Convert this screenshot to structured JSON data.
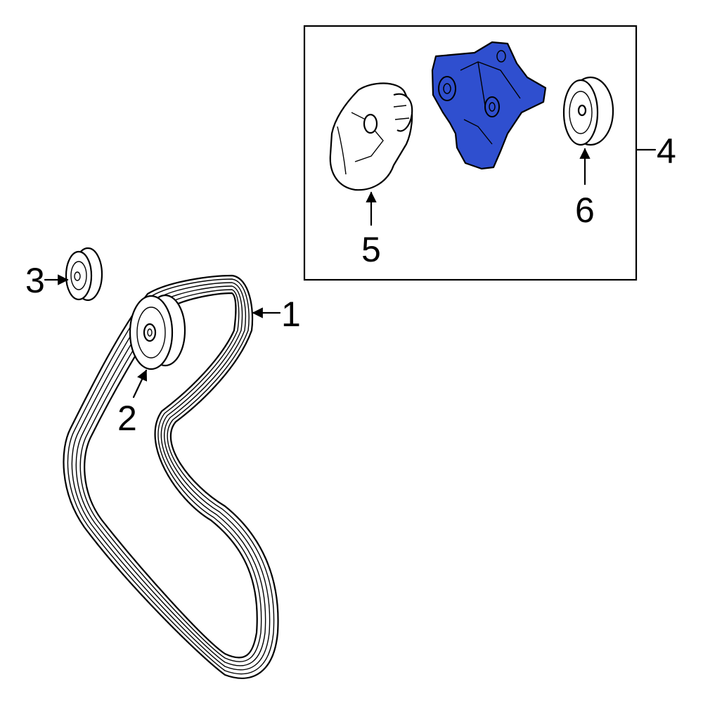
{
  "callouts": {
    "belt": "1",
    "pulley_lower": "2",
    "idler_left": "3",
    "bracket_assembly": "4",
    "tensioner": "5",
    "idler_right": "6"
  },
  "colors": {
    "highlight": "#2f4fcf",
    "line": "#000000",
    "background": "#ffffff"
  }
}
